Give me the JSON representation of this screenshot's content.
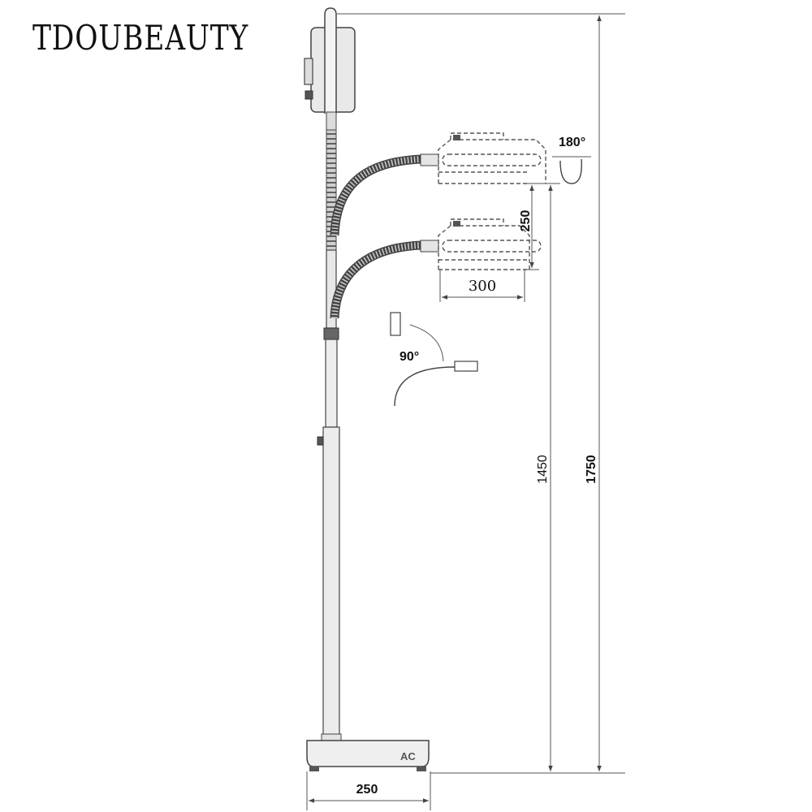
{
  "brand": "TDOUBEAUTY",
  "dimensions": {
    "total_height": "1750",
    "lamp_height": "1450",
    "vertical_travel": "250",
    "arm_reach": "300",
    "base_width": "250"
  },
  "angles": {
    "head_rotation": "180°",
    "arm_swing": "90°"
  },
  "base_label": "AC"
}
